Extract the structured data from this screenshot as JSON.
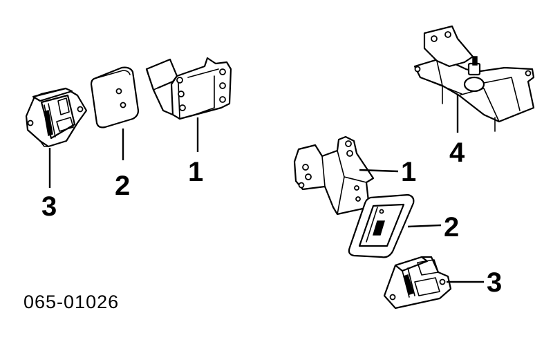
{
  "callouts": {
    "left_mount_insulator": "3",
    "left_cushion": "2",
    "left_bracket": "1",
    "right_bracket": "1",
    "right_cushion": "2",
    "right_mount_insulator": "3",
    "transmission_mount": "4"
  },
  "diagram_code": "065-01026"
}
